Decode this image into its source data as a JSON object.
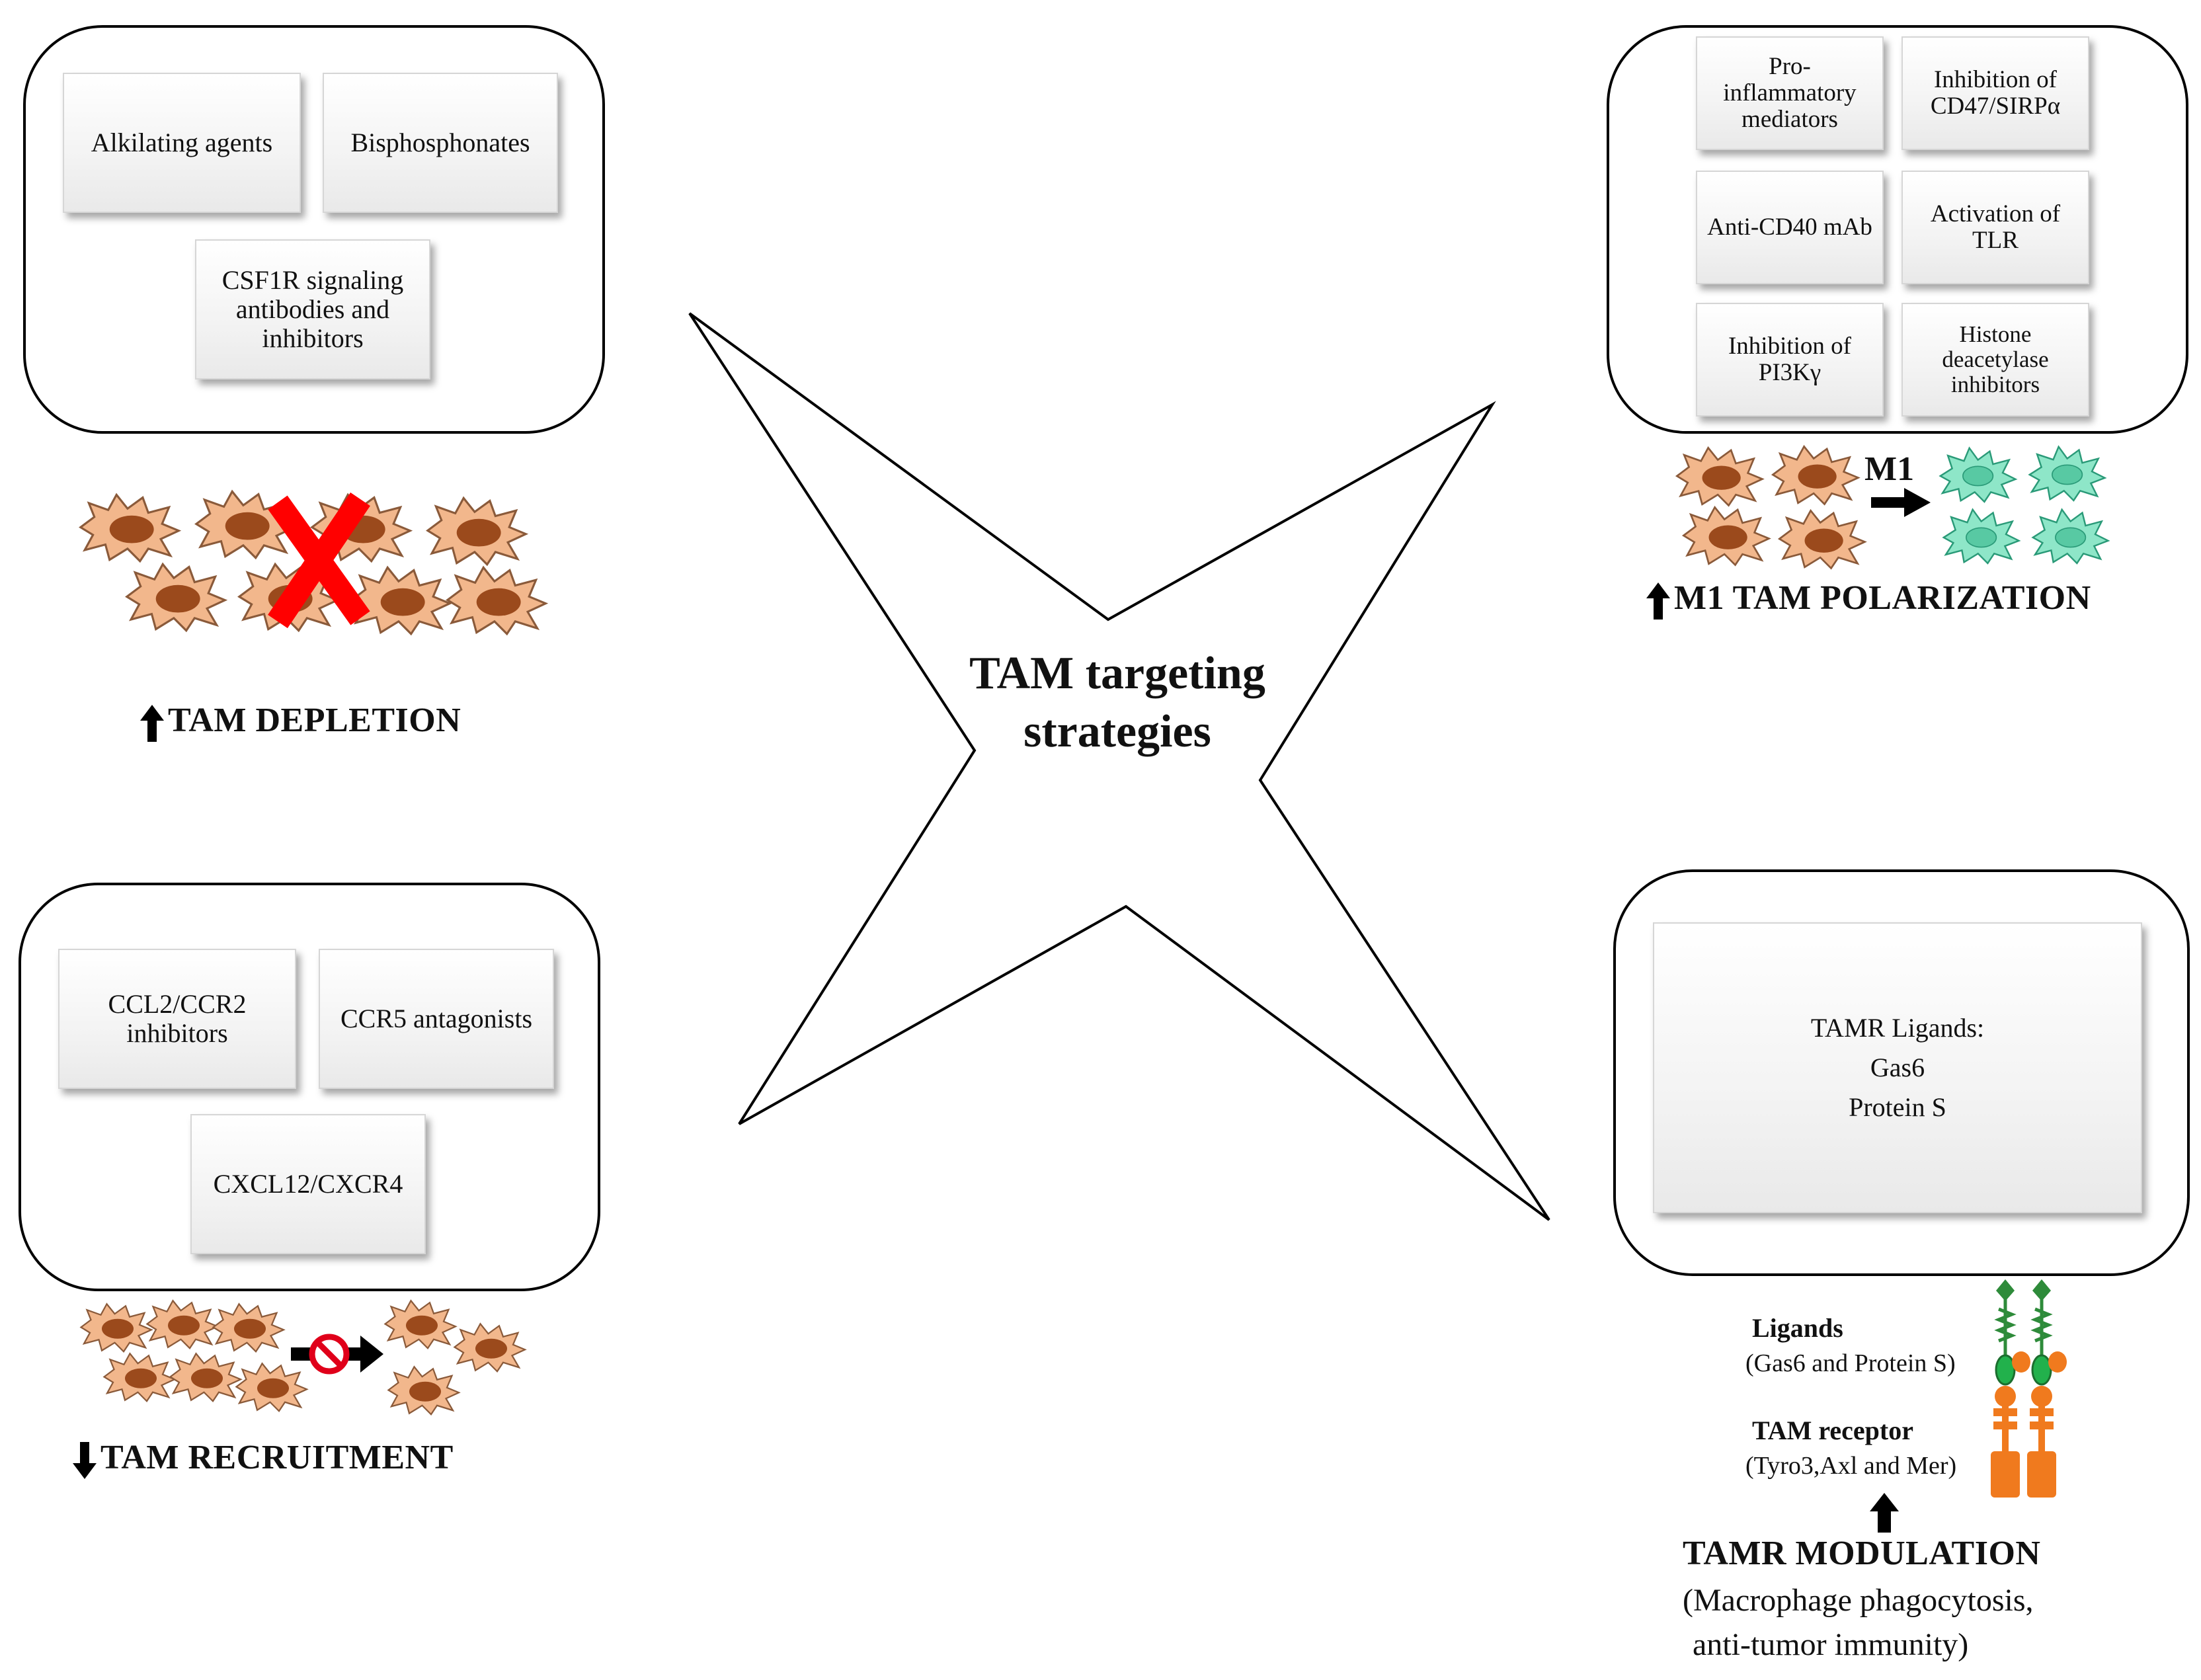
{
  "center": {
    "line1": "TAM targeting",
    "line2": "strategies"
  },
  "depletion": {
    "cards": [
      "Alkilating agents",
      "Bisphosphonates",
      "CSF1R signaling antibodies and inhibitors"
    ],
    "heading": "TAM DEPLETION",
    "direction": "up"
  },
  "polarization": {
    "cards": [
      "Pro-inflammatory mediators",
      "Inhibition of CD47/SIRPα",
      "Anti-CD40 mAb",
      "Activation of TLR",
      "Inhibition of PI3Kγ",
      "Histone deacetylase inhibitors"
    ],
    "m1_label": "M1",
    "heading": "M1 TAM POLARIZATION",
    "direction": "up"
  },
  "recruitment": {
    "cards": [
      "CCL2/CCR2 inhibitors",
      "CCR5 antagonists",
      "CXCL12/CXCR4"
    ],
    "heading": "TAM RECRUITMENT",
    "direction": "down"
  },
  "modulation": {
    "card_lines": [
      "TAMR Ligands:",
      "Gas6",
      "Protein S"
    ],
    "ligands_label": "Ligands",
    "ligands_detail": "(Gas6 and Protein S)",
    "receptor_label": "TAM receptor",
    "receptor_detail": "(Tyro3,Axl and Mer)",
    "heading": "TAMR MODULATION",
    "subtitle_line1": "(Macrophage phagocytosis,",
    "subtitle_line2": "anti-tumor  immunity)",
    "direction": "up"
  },
  "colors": {
    "macrophage_fill": "#f2b78c",
    "macrophage_nucleus": "#9b4a1c",
    "m1_fill": "#8ee6c8",
    "m1_outline": "#2a9a78",
    "depletion_cross": "#ff0000",
    "inhibit_symbol": "#e0001a",
    "receptor_orange": "#f07a1e",
    "receptor_green": "#2e8b3a"
  }
}
